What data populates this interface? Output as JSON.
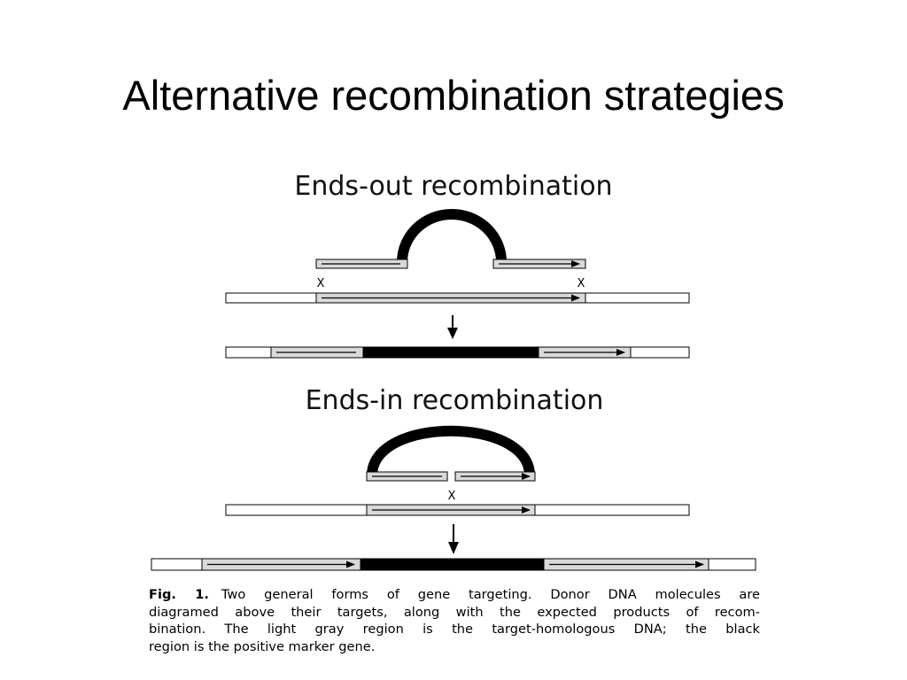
{
  "slide": {
    "title": "Alternative recombination strategies"
  },
  "figure": {
    "ends_out_title": "Ends-out recombination",
    "ends_in_title": "Ends-in recombination",
    "crossover_mark": "X",
    "colors": {
      "homologous": "#d9d9d9",
      "marker": "#000000",
      "flank": "#ffffff"
    }
  },
  "caption": {
    "label": "Fig. 1.",
    "line1": "Two general forms of gene targeting. Donor DNA molecules are",
    "line2": "diagramed above their targets, along with the expected products of recom-",
    "line3": "bination. The light gray region is the target-homologous DNA; the black",
    "line4": "region is the positive marker gene."
  }
}
